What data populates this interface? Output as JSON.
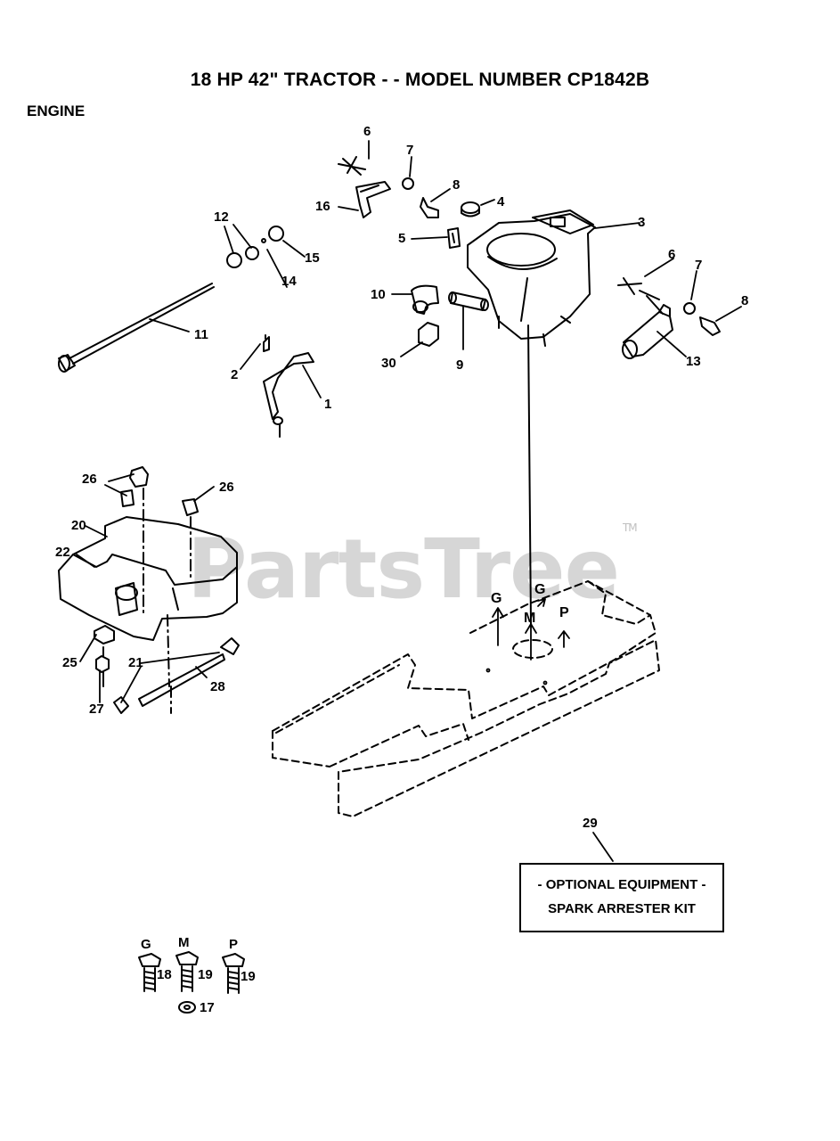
{
  "title": "18 HP 42\" TRACTOR - - MODEL NUMBER CP1842B",
  "section": "ENGINE",
  "watermark": "PartsTree",
  "watermark_tm": "TM",
  "callout": {
    "line1": "- OPTIONAL EQUIPMENT -",
    "line2": "SPARK ARRESTER KIT"
  },
  "labels": {
    "p1": "1",
    "p2": "2",
    "p3": "3",
    "p4": "4",
    "p5": "5",
    "p6a": "6",
    "p6b": "6",
    "p7a": "7",
    "p7b": "7",
    "p8a": "8",
    "p8b": "8",
    "p9": "9",
    "p10": "10",
    "p11": "11",
    "p12": "12",
    "p13": "13",
    "p14": "14",
    "p15": "15",
    "p16": "16",
    "p17": "17",
    "p18": "18",
    "p19a": "19",
    "p19b": "19",
    "p20": "20",
    "p21": "21",
    "p22": "22",
    "p25": "25",
    "p26a": "26",
    "p26b": "26",
    "p27": "27",
    "p28": "28",
    "p29": "29",
    "p30": "30",
    "G1": "G",
    "G2": "G",
    "M1": "M",
    "P1": "P",
    "G3": "G",
    "M3": "M",
    "P3": "P"
  }
}
